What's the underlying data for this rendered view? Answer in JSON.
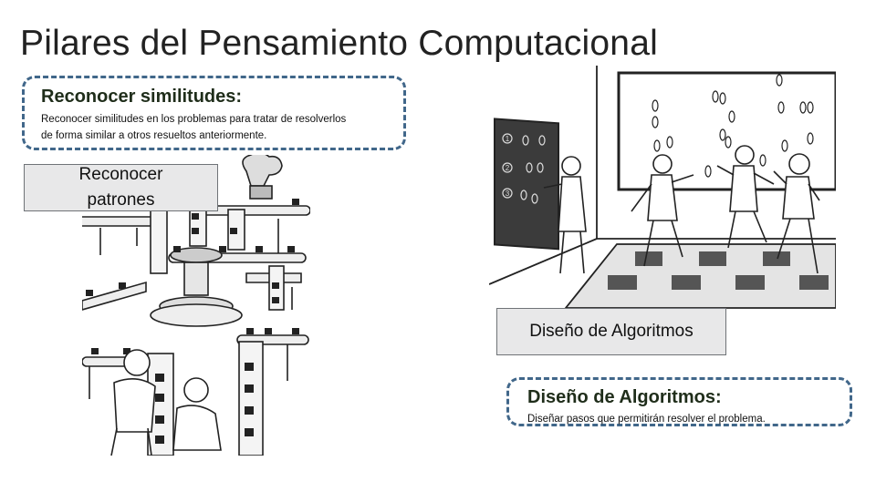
{
  "slide": {
    "title": "Pilares del Pensamiento Computacional"
  },
  "callout_patterns": {
    "heading": "Reconocer similitudes:",
    "line1": "Reconocer similitudes en los problemas para tratar de resolverlos",
    "line2": "de forma similar a otros resueltos anteriormente."
  },
  "label_patterns": {
    "line1": "Reconocer",
    "line2": "patrones"
  },
  "label_algorithms": {
    "text": "Diseño de Algoritmos"
  },
  "callout_algorithms": {
    "heading": "Diseño de Algoritmos:",
    "text": "Diseñar pasos que permitirán resolver el problema."
  },
  "board_steps": [
    "1",
    "2",
    "3"
  ]
}
